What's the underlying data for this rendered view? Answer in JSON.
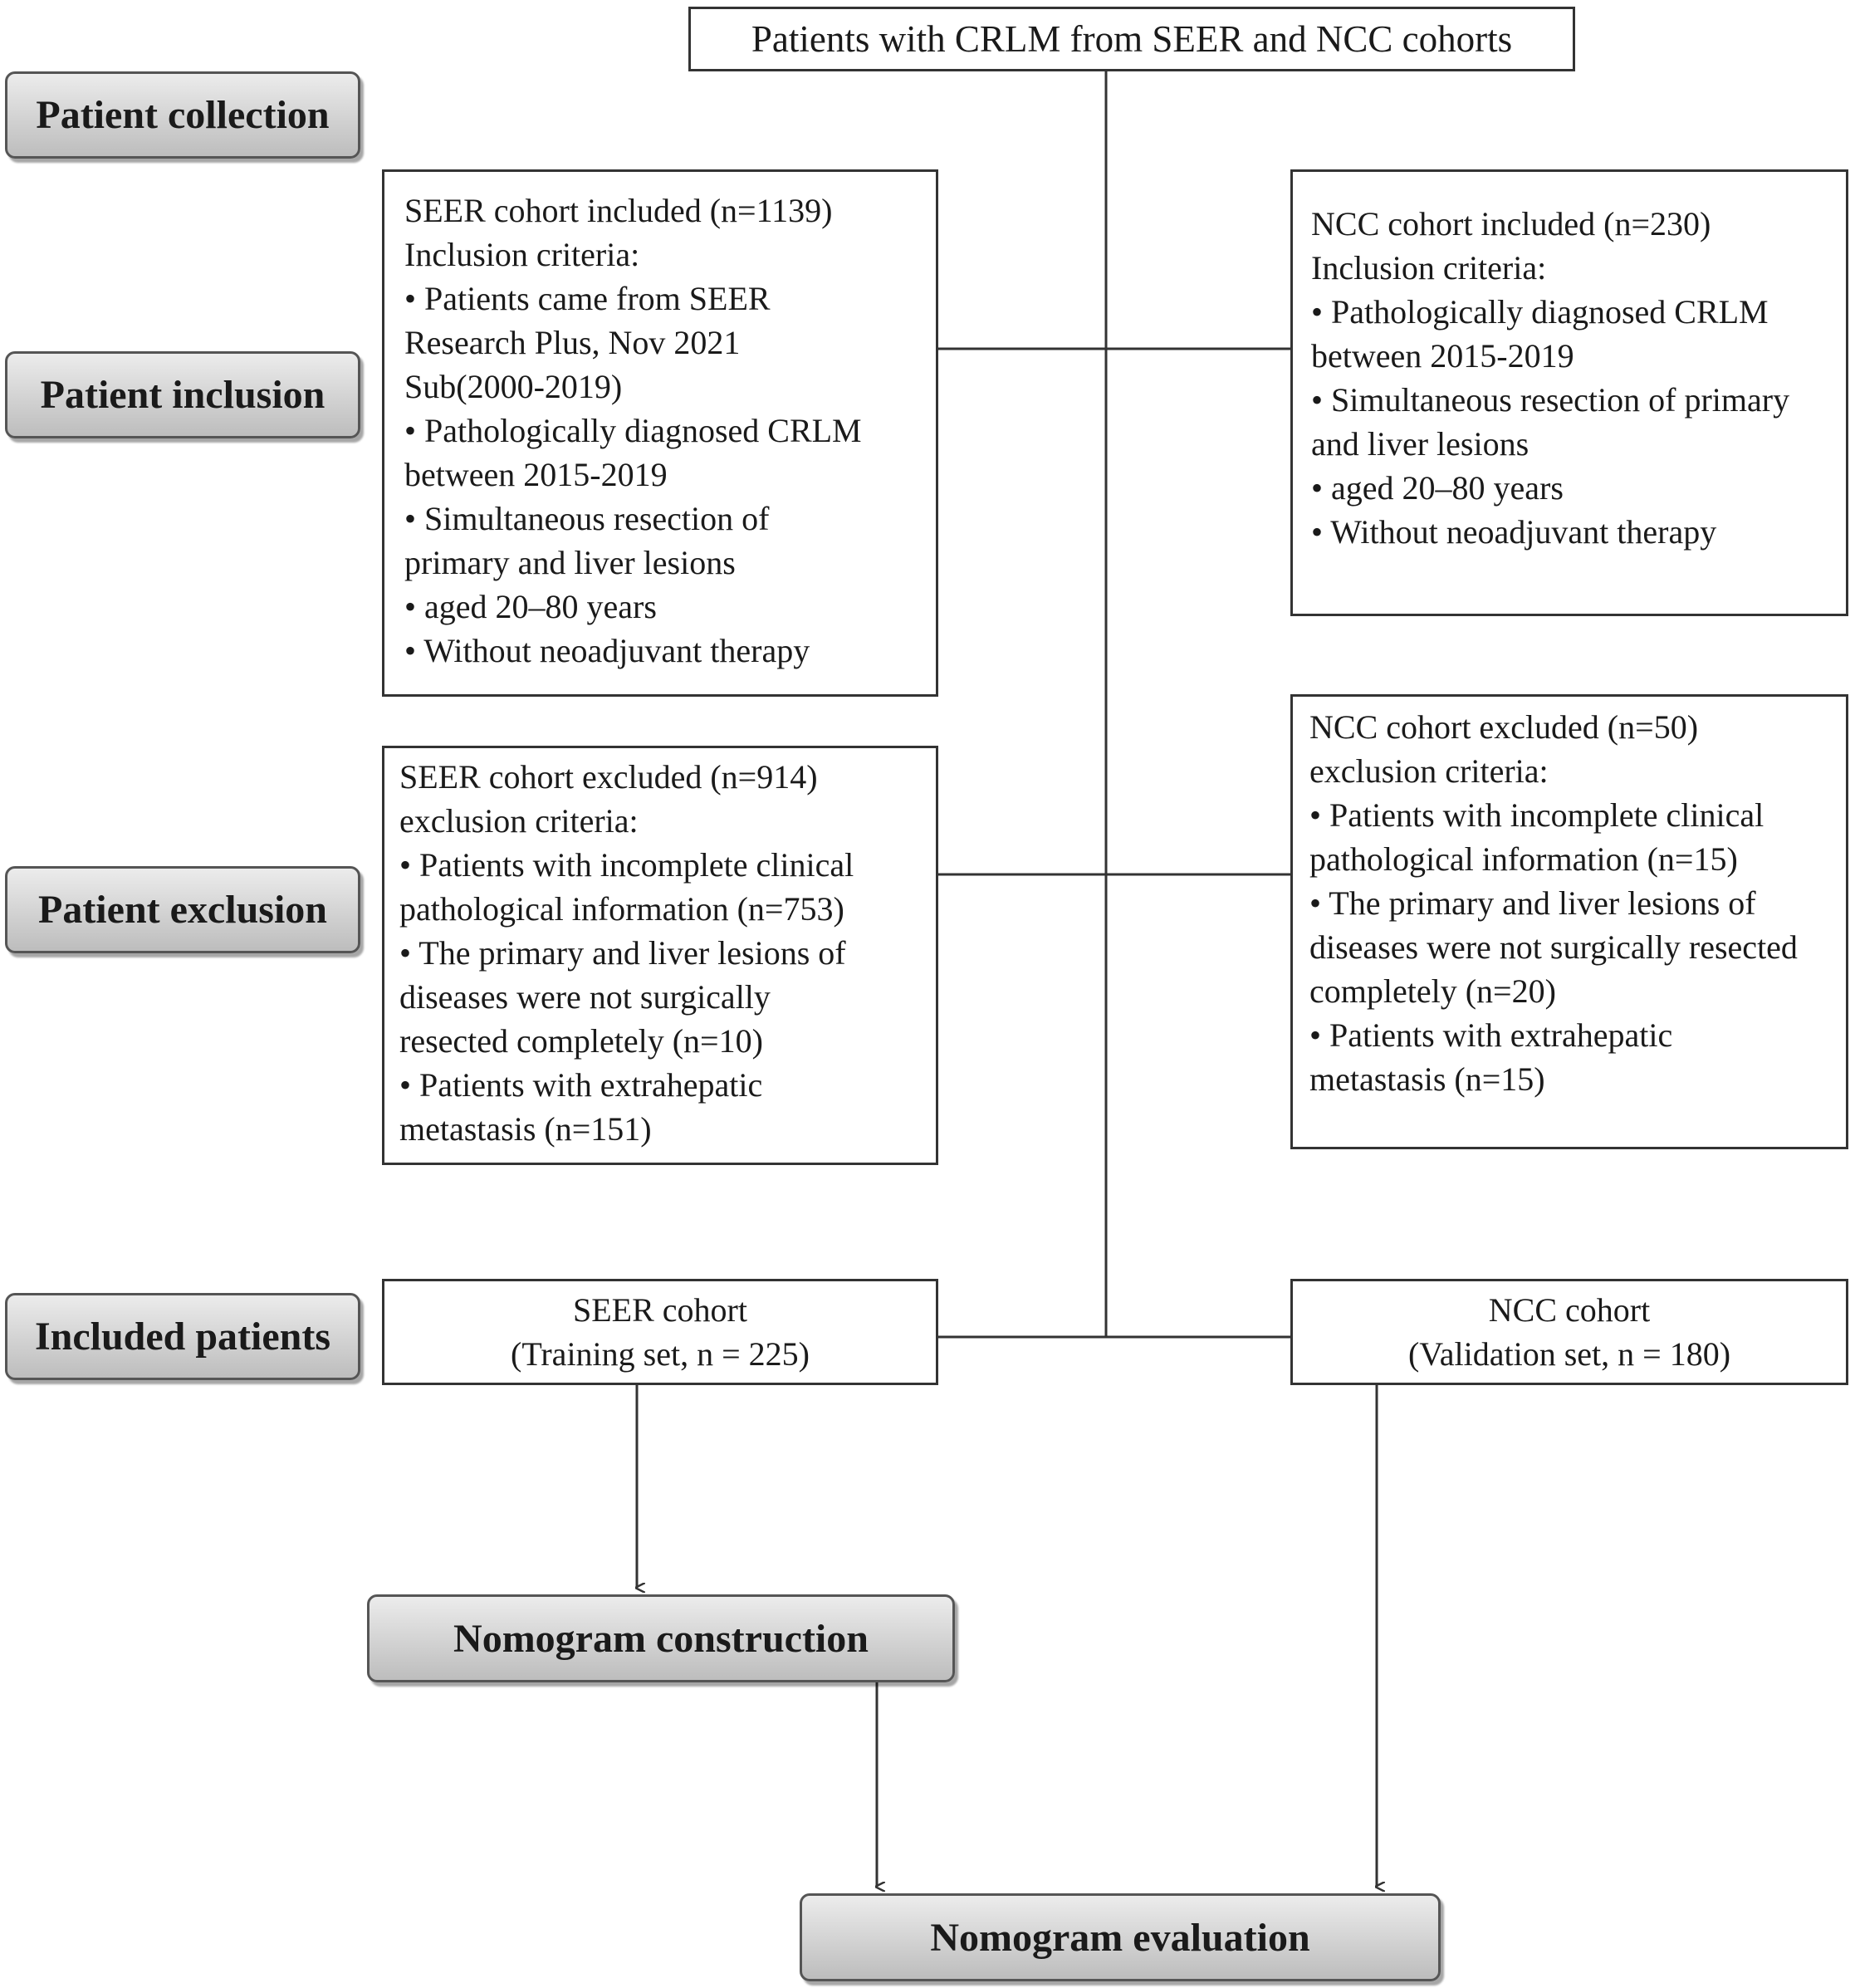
{
  "title": "Patients with CRLM from SEER and NCC cohorts",
  "stages": {
    "collection": "Patient collection",
    "inclusion": "Patient inclusion",
    "exclusion": "Patient exclusion",
    "included": "Included patients"
  },
  "seer_included": [
    "SEER cohort included (n=1139)",
    "Inclusion criteria:",
    "• Patients came from SEER",
    "Research Plus, Nov 2021",
    "Sub(2000-2019)",
    "• Pathologically diagnosed CRLM",
    "between 2015-2019",
    "• Simultaneous resection of",
    "primary and liver lesions",
    "• aged 20–80 years",
    "• Without neoadjuvant therapy"
  ],
  "ncc_included": [
    "NCC cohort included  (n=230)",
    "Inclusion criteria:",
    "• Pathologically diagnosed CRLM",
    "between 2015-2019",
    "• Simultaneous resection of primary",
    "and liver lesions",
    "• aged 20–80 years",
    "• Without neoadjuvant therapy"
  ],
  "seer_excluded": [
    "SEER cohort excluded (n=914)",
    "exclusion criteria:",
    "• Patients with incomplete clinical",
    "pathological information (n=753)",
    "• The primary  and liver lesions of",
    "diseases were not surgically",
    "resected completely (n=10)",
    "• Patients with extrahepatic",
    "metastasis (n=151)"
  ],
  "ncc_excluded": [
    "NCC cohort  excluded (n=50)",
    "exclusion criteria:",
    "• Patients with incomplete clinical",
    "pathological information (n=15)",
    "• The primary  and liver lesions of",
    "diseases were not surgically resected",
    "completely (n=20)",
    "• Patients with extrahepatic",
    "metastasis (n=15)"
  ],
  "seer_final": [
    "SEER cohort",
    "(Training set, n = 225)"
  ],
  "ncc_final": [
    "NCC cohort",
    "(Validation set,  n = 180)"
  ],
  "outcomes": {
    "construction": "Nomogram construction",
    "evaluation": "Nomogram evaluation"
  }
}
